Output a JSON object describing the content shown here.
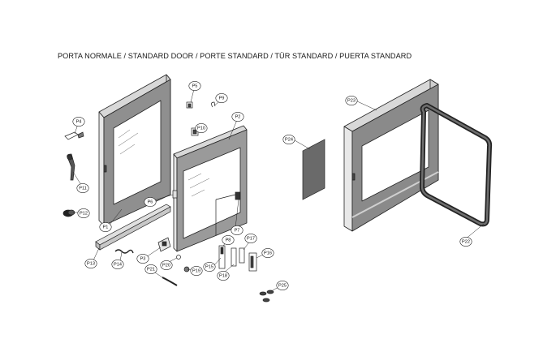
{
  "title": "PORTA NORMALE / STANDARD DOOR / PORTE STANDARD / TÜR STANDARD / PUERTA  STANDARD",
  "callouts": [
    "P1",
    "P2",
    "P3",
    "P4",
    "P5",
    "P6",
    "P7",
    "P8",
    "P9",
    "P10",
    "P11",
    "P12",
    "P13",
    "P14",
    "P15",
    "P16",
    "P17",
    "P18",
    "P19",
    "P20",
    "P21",
    "P22",
    "P23",
    "P24",
    "P25"
  ],
  "colors": {
    "frame": "#9a9a9a",
    "glass": "#ffffff",
    "dark": "#3a3a3a",
    "panel": "#6e6e6e",
    "line": "#222222"
  }
}
